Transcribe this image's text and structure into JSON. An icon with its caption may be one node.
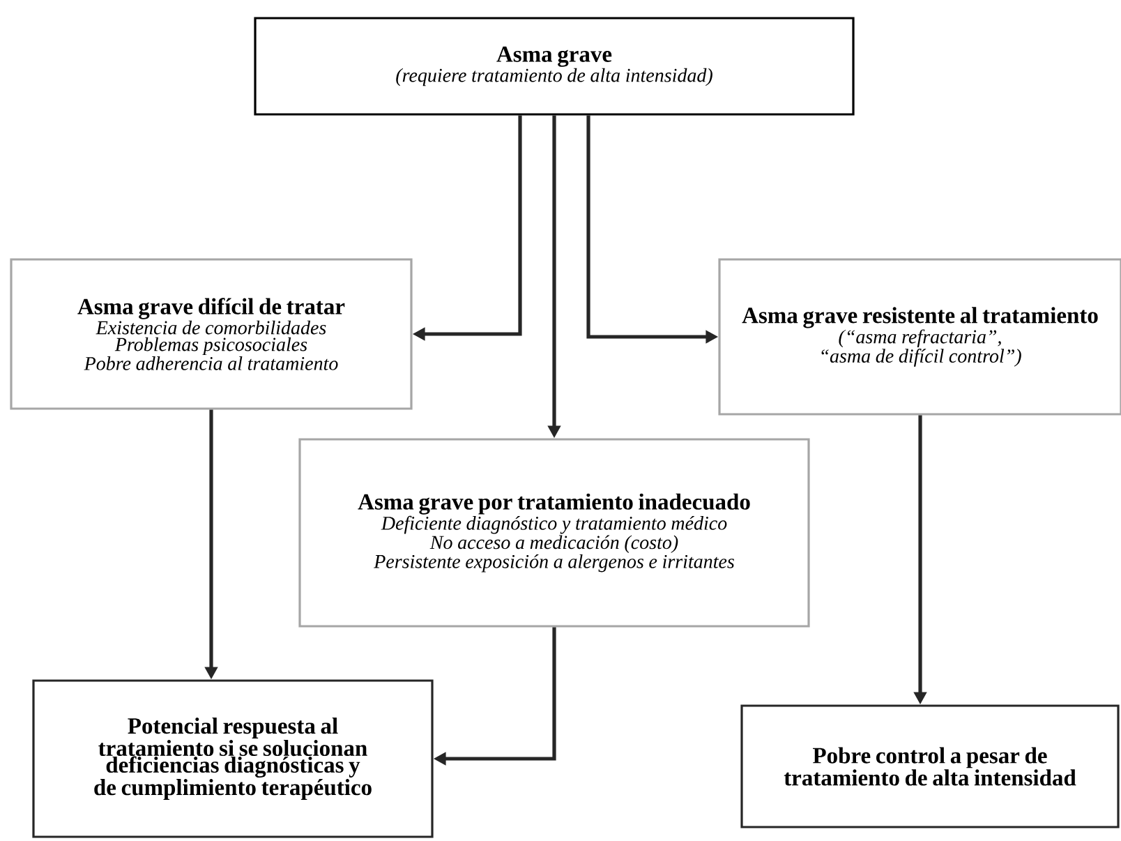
{
  "diagram": {
    "nodes": [
      {
        "text": [
          "Asma grave",
          "(requiere tratamiento de alta intensidad)"
        ]
      },
      {
        "text": [
          "Asma grave difícil de tratar",
          "Existencia de comorbilidades",
          "Problemas psicosociales",
          "Pobre adherencia al tratamiento"
        ]
      },
      {
        "text": [
          "Asma grave resistente al tratamiento",
          "(“asma refractaria”, “asma de difícil control”)"
        ]
      },
      {
        "text": [
          "Asma grave por tratamiento inadecuado",
          "Deficiente diagnóstico y tratamiento médico",
          "No acceso a medicación (costo)",
          "Persistente exposición a alergenos e irritantes"
        ]
      },
      {
        "text": [
          "Potencial respuesta al tratamiento si se solucionan deficiencias diagnósticas y de cumplimiento terapéutico"
        ]
      },
      {
        "text": [
          "Pobre control a pesar de tratamiento de alta intensidad"
        ]
      }
    ],
    "edges": [
      {
        "from": 0,
        "to": 1,
        "arrow": "to"
      },
      {
        "from": 0,
        "to": 3,
        "arrow": "to"
      },
      {
        "from": 0,
        "to": 2,
        "arrow": "to"
      },
      {
        "from": 1,
        "to": 4,
        "arrow": "to"
      },
      {
        "from": 3,
        "to": 4,
        "arrow": "to"
      },
      {
        "from": 2,
        "to": 5,
        "arrow": "to"
      }
    ]
  }
}
